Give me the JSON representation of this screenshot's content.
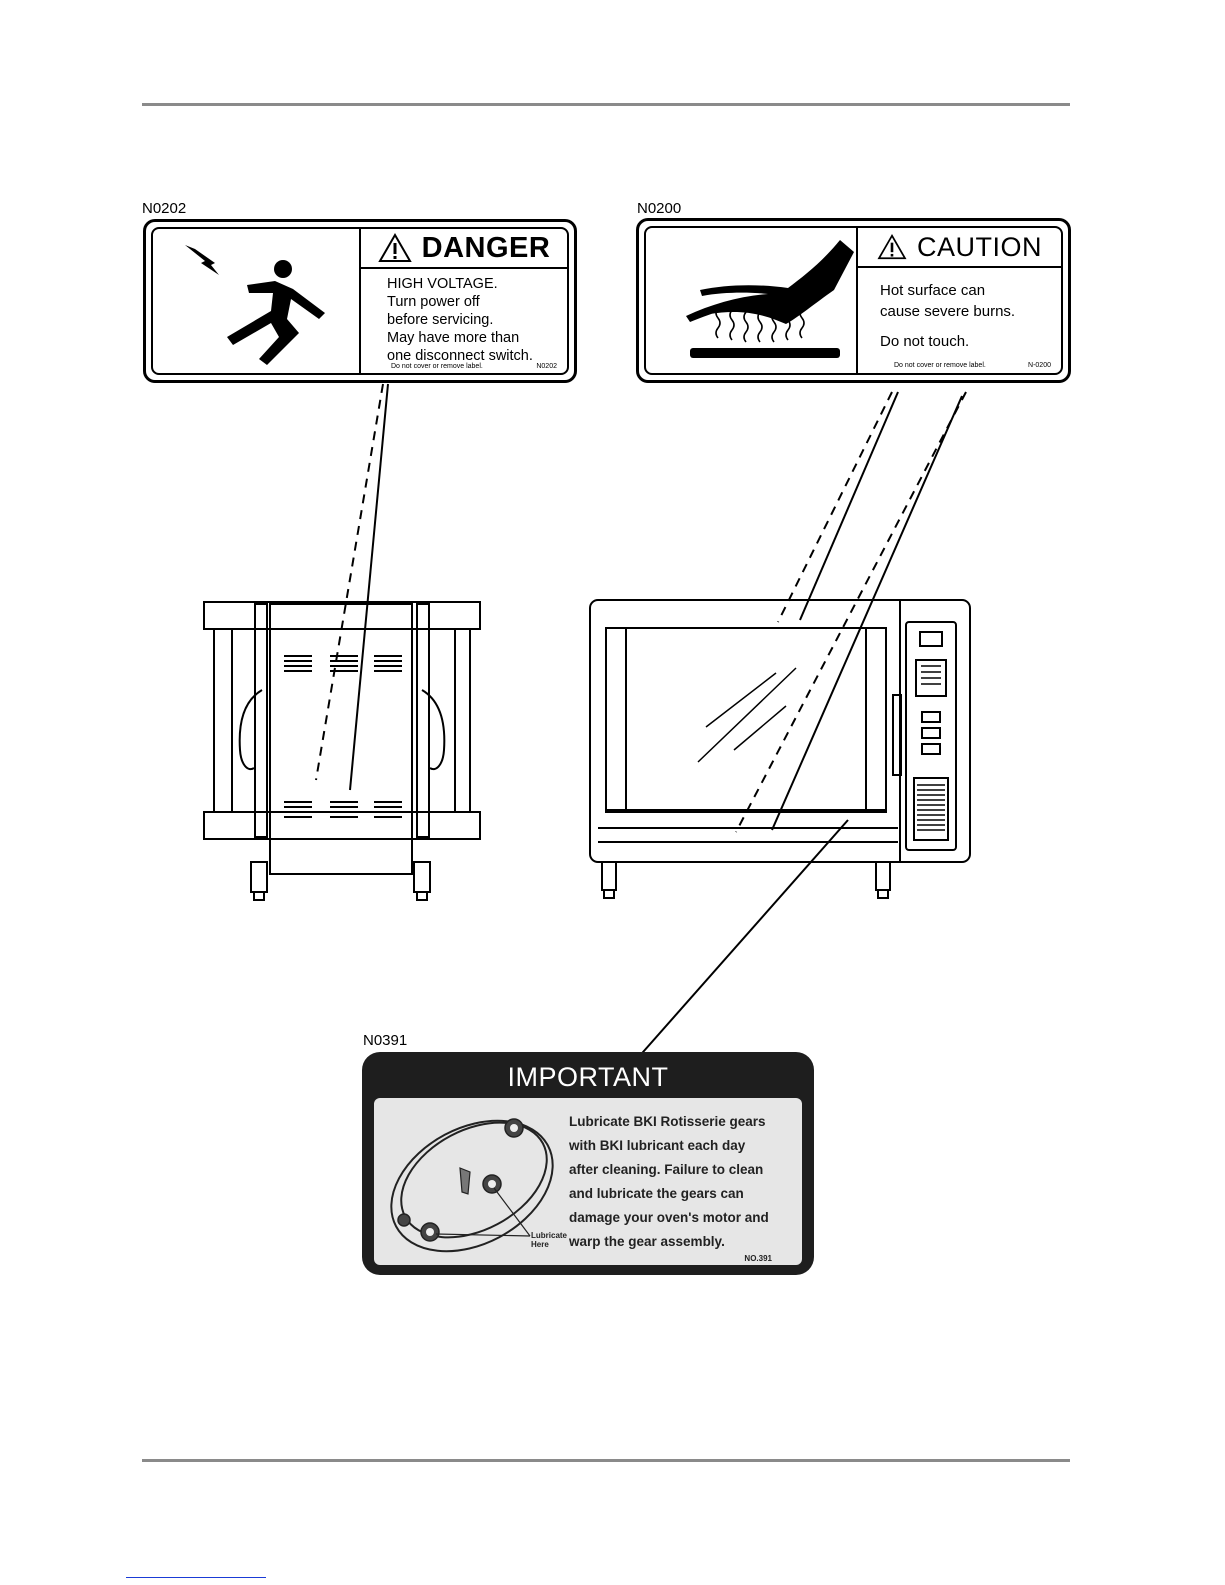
{
  "danger_label": {
    "code": "N0202",
    "signal_word": "DANGER",
    "lines": [
      "HIGH VOLTAGE.",
      "Turn power off",
      "before servicing.",
      "May have more than",
      "one disconnect switch."
    ],
    "fine_print": "Do not cover or remove label.",
    "small_code": "N0202"
  },
  "caution_label": {
    "code": "N0200",
    "signal_word": "CAUTION",
    "lines": [
      "Hot surface can",
      "cause severe burns."
    ],
    "line_extra": "Do not touch.",
    "fine_print": "Do not cover or remove label.",
    "small_code": "N-0200"
  },
  "important_label": {
    "code": "N0391",
    "heading": "IMPORTANT",
    "lines": [
      "Lubricate BKI Rotisserie gears",
      "with BKI lubricant each day",
      "after cleaning.  Failure to clean",
      "and lubricate the gears can",
      "damage your oven's motor and",
      "warp the gear assembly."
    ],
    "lube_note": [
      "Lubricate",
      "Here"
    ],
    "small_code": "NO.391"
  }
}
